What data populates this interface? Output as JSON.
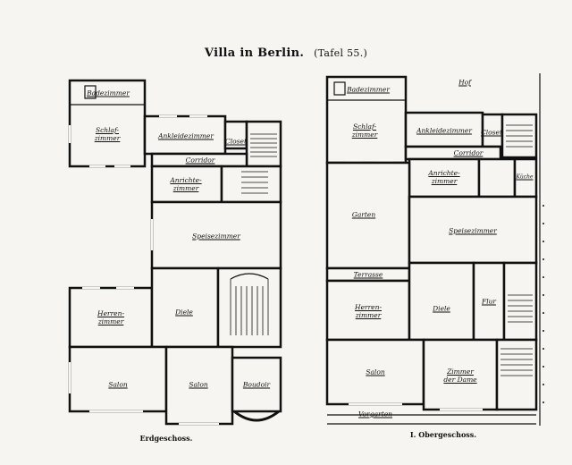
{
  "title": {
    "main": "Villa in Berlin.",
    "sub": "(Tafel 55.)"
  },
  "plans": {
    "ground": {
      "caption": "Erdgeschoss.",
      "rooms": [
        {
          "key": "g1",
          "label": "Badezimmer"
        },
        {
          "key": "g2",
          "label": "Schlaf-\nzimmer"
        },
        {
          "key": "g3",
          "label": "Ankleidezimmer"
        },
        {
          "key": "g4",
          "label": "Closet"
        },
        {
          "key": "g5",
          "label": "Corridor"
        },
        {
          "key": "g6",
          "label": "Anrichte-\nzimmer"
        },
        {
          "key": "g7",
          "label": "Speisezimmer"
        },
        {
          "key": "g8",
          "label": "Herren-\nzimmer"
        },
        {
          "key": "g9",
          "label": "Diele"
        },
        {
          "key": "g10",
          "label": "Salon"
        },
        {
          "key": "g11",
          "label": "Salon"
        },
        {
          "key": "g12",
          "label": "Boudoir"
        }
      ]
    },
    "upper": {
      "caption": "I. Obergeschoss.",
      "rooms": [
        {
          "key": "u1",
          "label": "Badezimmer"
        },
        {
          "key": "u2",
          "label": "Schlaf-\nzimmer"
        },
        {
          "key": "u3",
          "label": "Ankleidezimmer"
        },
        {
          "key": "u4",
          "label": "Closet"
        },
        {
          "key": "u5",
          "label": "Corridor"
        },
        {
          "key": "u6",
          "label": "Anrichte-\nzimmer"
        },
        {
          "key": "u7",
          "label": "Garten"
        },
        {
          "key": "u8",
          "label": "Speisezimmer"
        },
        {
          "key": "u9",
          "label": "Terrasse"
        },
        {
          "key": "u10",
          "label": "Herren-\nzimmer"
        },
        {
          "key": "u11",
          "label": "Diele"
        },
        {
          "key": "u12",
          "label": "Flur"
        },
        {
          "key": "u13",
          "label": "Salon"
        },
        {
          "key": "u14",
          "label": "Zimmer\nder Dame"
        },
        {
          "key": "u15",
          "label": "Hof"
        },
        {
          "key": "u16",
          "label": "Vorgarten"
        },
        {
          "key": "u17",
          "label": "Küche"
        }
      ]
    }
  }
}
